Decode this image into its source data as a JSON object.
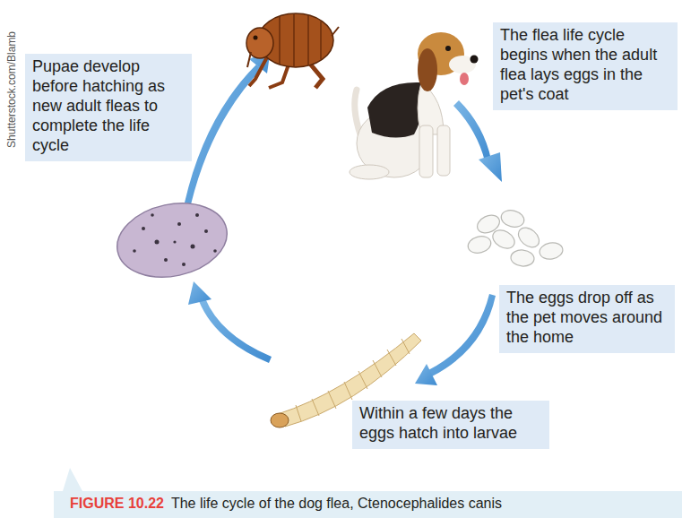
{
  "diagram": {
    "caption": "The life cycle of the dog flea, Ctenocephalides canis",
    "nodes": [
      {
        "text": [
          "The flea life cycle begins when the adult flea lays eggs in the pet's coat"
        ]
      },
      {
        "text": [
          "The eggs drop off as the pet moves around the home"
        ]
      },
      {
        "text": [
          "Within a few days the eggs hatch into larvae"
        ]
      },
      {
        "text": [
          "Pupae develop before hatching as new adult fleas to complete the life cycle"
        ]
      }
    ],
    "labels": [
      "Shutterstock.com/Blamb",
      "FIGURE 10.22"
    ]
  }
}
